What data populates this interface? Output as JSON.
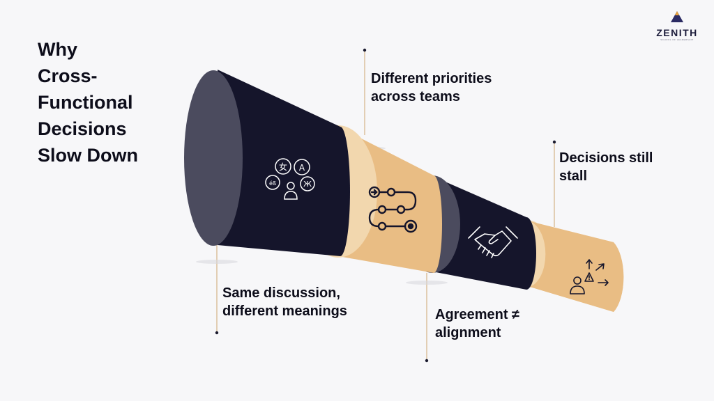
{
  "title": {
    "lines": [
      "Why",
      "Cross-",
      "Functional",
      "Decisions",
      "Slow Down"
    ]
  },
  "logo": {
    "text": "ZENITH",
    "tagline": "SCHOOL OF LEADERSHIP"
  },
  "stages": [
    {
      "lines": [
        "Same discussion,",
        "different meanings"
      ],
      "icon": "language-barrier-icon"
    },
    {
      "lines": [
        "Different priorities",
        "across teams"
      ],
      "icon": "process-flow-icon"
    },
    {
      "lines": [
        "Agreement ≠",
        "alignment"
      ],
      "icon": "handshake-icon"
    },
    {
      "lines": [
        "Decisions still",
        "stall"
      ],
      "icon": "stalled-decision-icon"
    }
  ],
  "icon_glyphs": {
    "lang_1": "女",
    "lang_2": "A",
    "lang_3": "Ж",
    "lang_4": "éß"
  },
  "colors": {
    "navy": "#15152b",
    "navy_face": "#4b4b5e",
    "gold": "#e9bd84",
    "gold_face": "#f2d7ae",
    "text": "#0d0d1a",
    "leader": "#d7b98e"
  }
}
